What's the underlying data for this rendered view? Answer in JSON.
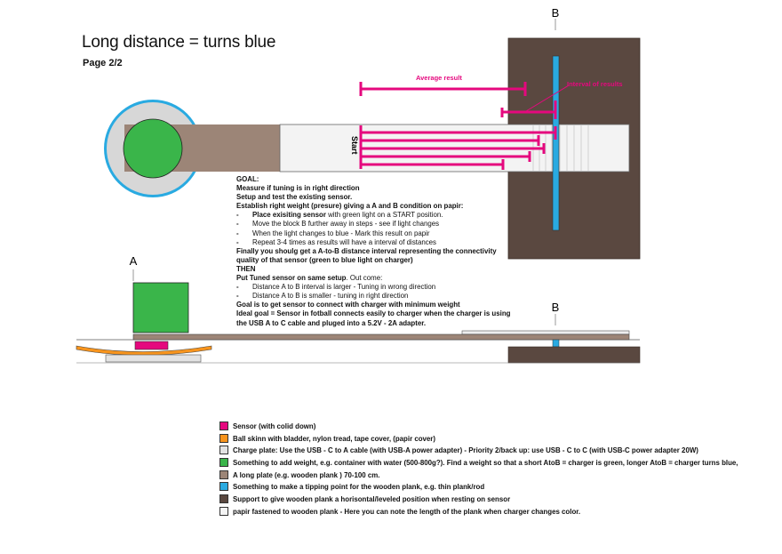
{
  "title": "Long distance = turns blue",
  "page": "Page 2/2",
  "labels": {
    "a": "A",
    "b_top": "B",
    "b_bottom": "B",
    "start": "Start",
    "average_result": "Average result",
    "interval_of_results": "Interval of results"
  },
  "goal": {
    "heading": "GOAL:",
    "line1": "Measure if tuning is in right direction",
    "line2": "Setup and test the existing sensor.",
    "line3": "Establish right weight (presure) giving a A and B condition on papir:",
    "steps": [
      {
        "dash": "-",
        "pre": "Place exisiting sensor",
        "post": " with green light on a START position."
      },
      {
        "dash": "-",
        "pre": "Move the block B further away in steps - see if light changes",
        "post": ""
      },
      {
        "dash": "-",
        "pre": "When the light changes to blue - Mark this result on papir",
        "post": ""
      },
      {
        "dash": "-",
        "pre": "Repeat 3-4 times as results will have a interval of distances",
        "post": ""
      }
    ],
    "line8": "Finally you shoulg get a A-to-B distance interval representing the connectivity",
    "line9": "quality of that sensor (green to blue light on charger)",
    "then": "THEN",
    "tuned_pre": "Put Tuned sensor on same setup",
    "tuned_post": ". Out come:",
    "outcomes": [
      {
        "dash": "-",
        "text": "Distance A to B interval is larger - Tuning in wrong direction"
      },
      {
        "dash": "-",
        "text": "Distance A to B is smaller - tuning in right direction"
      }
    ],
    "line14": "Goal is to get sensor to connect with charger with minimum weight",
    "line15": "Ideal goal = Sensor in fotball connects  easily to charger when the charger is using",
    "line16": " the USB A to C cable and pluged into a 5.2V - 2A adapter."
  },
  "legend": [
    {
      "color": "#e5087e",
      "text": "Sensor (with colid down)"
    },
    {
      "color": "#f7941d",
      "text": "Ball skinn with bladder, nylon tread, tape cover, (papir cover)"
    },
    {
      "color": "#e3e3e3",
      "text": "Charge plate: Use the USB - C to A cable (with USB-A power adapter) - Priority 2/back up: use USB - C to C (with USB-C power adapter 20W)"
    },
    {
      "color": "#3ab54a",
      "text": "Something to add weight, e.g. container with water (500-800g?).  Find a weight so that a short AtoB = charger is green,  longer AtoB = charger turns blue,"
    },
    {
      "color": "#9c8577",
      "text": "A long plate (e.g. wooden plank ) 70-100 cm."
    },
    {
      "color": "#29aae1",
      "text": "Something to make a tipping point for the wooden plank, e.g. thin plank/rod"
    },
    {
      "color": "#5a4840",
      "text": "Support to give wooden plank a horisontal/leveled position when resting on sensor"
    },
    {
      "color": "#f5f5f5",
      "text": "papir fastened to wooden plank - Here you can note the length of the plank when charger changes color."
    }
  ],
  "colors": {
    "sensor": "#e5087e",
    "ball": "#f7941d",
    "charge_plate": "#e3e3e3",
    "weight": "#3ab54a",
    "plank": "#9c8577",
    "rod": "#29aae1",
    "support": "#5a4840",
    "paper": "#f5f5f5"
  }
}
